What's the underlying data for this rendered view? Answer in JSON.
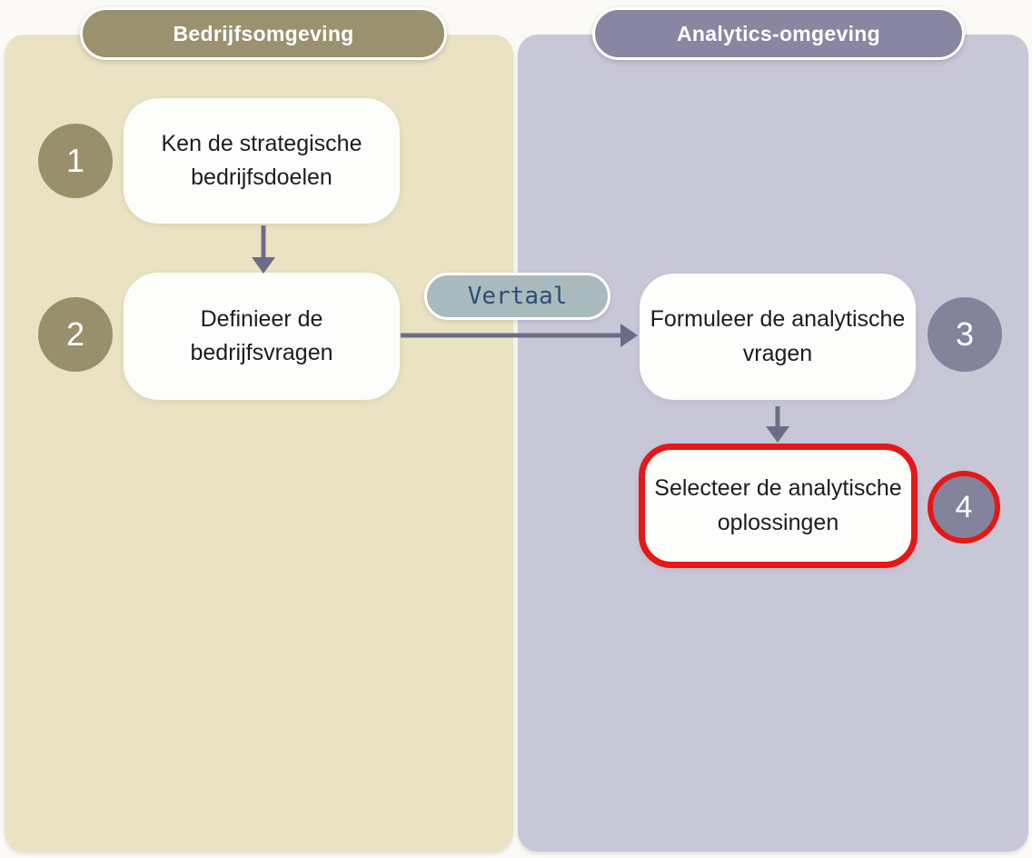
{
  "panels": {
    "business": {
      "title": "Bedrijfsomgeving",
      "bg": "#e9e3c3",
      "header_bg": "#9a916e"
    },
    "analytics": {
      "title": "Analytics-omgeving",
      "bg": "#c8c7d8",
      "header_bg": "#8886a0"
    }
  },
  "steps": [
    {
      "number": "1",
      "label": "Ken de strategische bedrijfsdoelen",
      "panel": "business",
      "highlighted": false
    },
    {
      "number": "2",
      "label": "Definieer de bedrijfsvragen",
      "panel": "business",
      "highlighted": false
    },
    {
      "number": "3",
      "label": "Formuleer de analytische vragen",
      "panel": "analytics",
      "highlighted": false
    },
    {
      "number": "4",
      "label": "Selecteer de analytische oplossingen",
      "panel": "analytics",
      "highlighted": true
    }
  ],
  "connector": {
    "label": "Vertaal",
    "bg": "#a9babf",
    "text_color": "#2b4e74"
  },
  "colors": {
    "highlight_red": "#e61717",
    "arrow": "#6c6c87",
    "circle_business": "#97906a",
    "circle_analytics": "#83839c",
    "box_bg": "#fdfdfb"
  }
}
